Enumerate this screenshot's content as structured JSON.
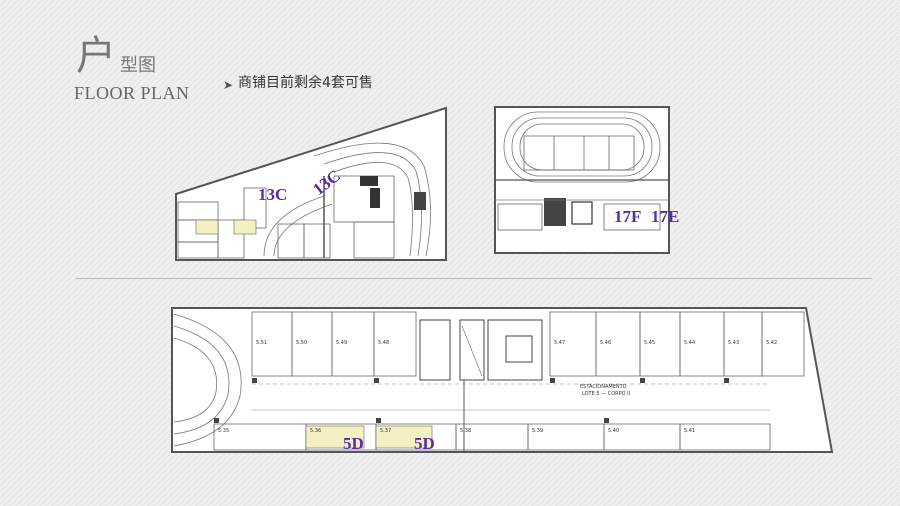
{
  "header": {
    "title_main": "户",
    "title_sub": "型图",
    "title_en": "FLOOR PLAN",
    "bullet_icon": "chevron-right-icon",
    "bullet_text": "商铺目前剩余4套可售"
  },
  "plans": {
    "top_left": {
      "labels": [
        "13C",
        "13C"
      ]
    },
    "top_right": {
      "labels": [
        "17F",
        "17E"
      ]
    },
    "bottom": {
      "labels": [
        "5D",
        "5D"
      ],
      "parking_text": [
        "ESTACIONAMENTO",
        "LOTE 5 — CORPO II"
      ],
      "upper_units": [
        "5.51",
        "5.50",
        "5.49",
        "5.48",
        "5.47",
        "5.46",
        "5.45",
        "5.44",
        "5.43",
        "5.42"
      ],
      "lower_units": [
        "5.35",
        "5.36",
        "5.37",
        "5.38",
        "5.39",
        "5.40",
        "5.41"
      ]
    }
  },
  "colors": {
    "label": "#5b2aa8",
    "highlight": "#f3f1c2",
    "line": "#555555"
  }
}
